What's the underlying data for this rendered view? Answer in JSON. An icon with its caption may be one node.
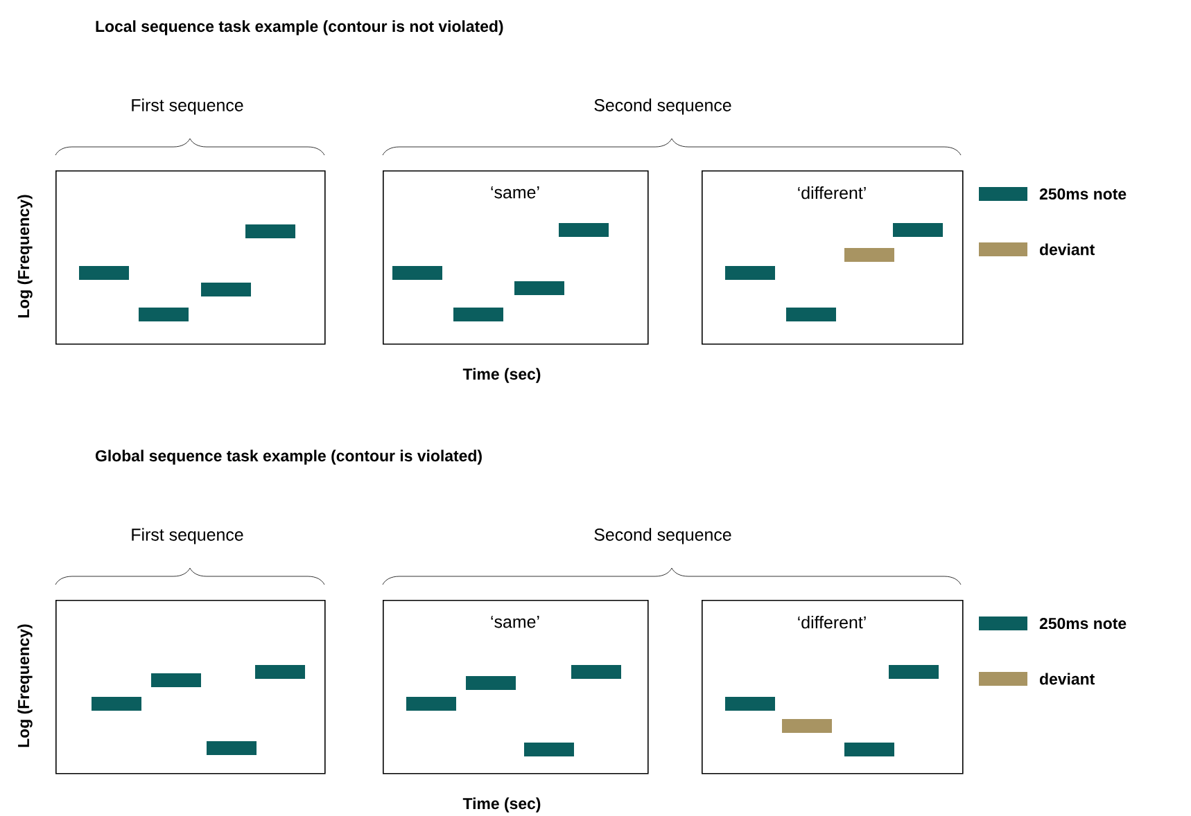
{
  "diagram": {
    "nodes": [
      {
        "text": [],
        "shape": "box"
      },
      {
        "text": [
          "‘same’"
        ]
      },
      {
        "text": [
          "‘different’"
        ]
      },
      {
        "text": [],
        "shape": "box"
      },
      {
        "text": [
          "‘same’"
        ]
      },
      {
        "text": [
          "‘different’"
        ]
      }
    ],
    "labels": [
      "Local sequence task example (contour is not violated)",
      "First sequence",
      "Second sequence",
      "Log (Frequency)",
      "Time (sec)",
      "Global sequence task example (contour is violated)",
      "First sequence",
      "Second sequence",
      "Log (Frequency)",
      "Time (sec)"
    ],
    "legend": [
      {
        "text": "250ms note",
        "color": "#0b5e5e"
      },
      {
        "text": "deviant",
        "color": "#a89462"
      },
      {
        "text": "250ms note",
        "color": "#0b5e5e"
      },
      {
        "text": "deviant",
        "color": "#a89462"
      }
    ]
  }
}
